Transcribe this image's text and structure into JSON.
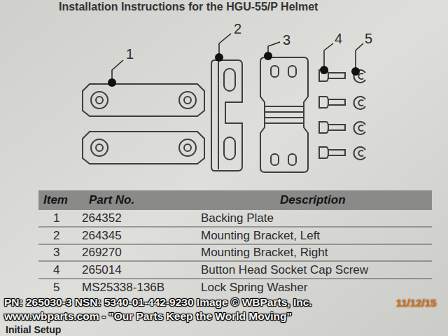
{
  "diagram": {
    "title": "Installation Instructions for the HGU-55/P Helmet",
    "labels": [
      "1",
      "2",
      "3",
      "4",
      "5",
      "Item",
      "Part No.",
      "Description",
      "1",
      "264352",
      "Backing Plate",
      "2",
      "264345",
      "Mounting Bracket, Left",
      "3",
      "269270",
      "Mounting Bracket, Right",
      "4",
      "265014",
      "Button Head Socket Cap Screw",
      "5",
      "MS25338-136B",
      "Lock Spring Washer",
      "PN: 265030-3  NSN: 5340-01-442-9230 Image © WBParts, Inc.",
      "www.wbparts.com - \"Our Parts Keep the World Moving\"",
      "11/12/15",
      "Initial Setup"
    ]
  }
}
